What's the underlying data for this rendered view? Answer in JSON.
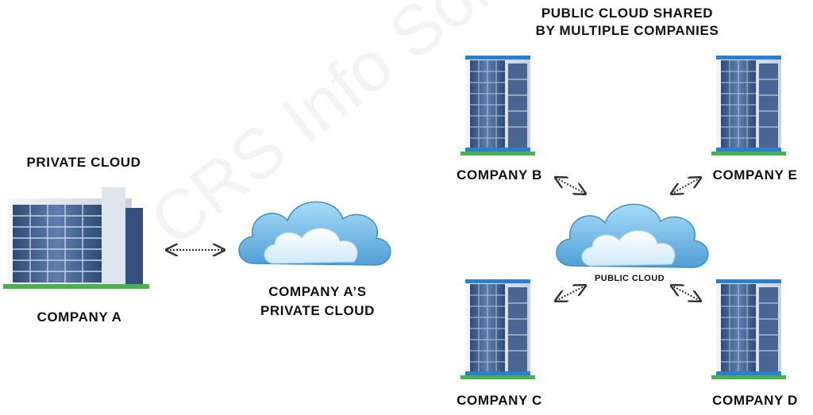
{
  "watermark": "CRS Info Solutions",
  "private_section": {
    "heading": "PRIVATE CLOUD",
    "building_label": "COMPANY A",
    "cloud_label_line1": "COMPANY A’S",
    "cloud_label_line2": "PRIVATE CLOUD"
  },
  "public_section": {
    "heading_line1": "PUBLIC CLOUD SHARED",
    "heading_line2": "BY MULTIPLE COMPANIES",
    "cloud_label": "PUBLIC CLOUD",
    "companies": [
      "COMPANY B",
      "COMPANY E",
      "COMPANY C",
      "COMPANY D"
    ]
  },
  "colors": {
    "cloud_blue": "#6ab7e6",
    "building_glass": "#3d5a86",
    "building_accent": "#2a7fd0",
    "grass": "#4caf50"
  }
}
